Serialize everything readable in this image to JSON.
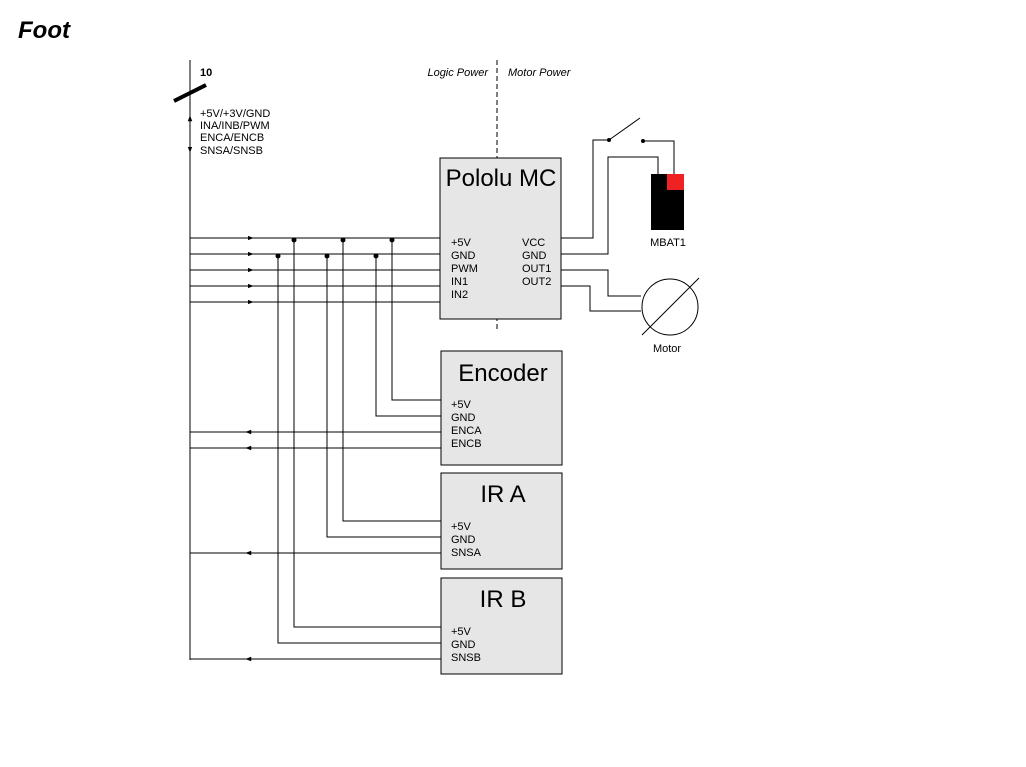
{
  "title": "Foot",
  "bus": {
    "count": "10",
    "signals": [
      "+5V/+3V/GND",
      "INA/INB/PWM",
      "ENCA/ENCB",
      "SNSA/SNSB"
    ]
  },
  "power_domains": {
    "logic": "Logic Power",
    "motor": "Motor Power"
  },
  "blocks": {
    "pololu": {
      "name": "Pololu MC",
      "left_pins": [
        "+5V",
        "GND",
        "PWM",
        "IN1",
        "IN2"
      ],
      "right_pins": [
        "VCC",
        "GND",
        "OUT1",
        "OUT2"
      ]
    },
    "encoder": {
      "name": "Encoder",
      "pins": [
        "+5V",
        "GND",
        "ENCA",
        "ENCB"
      ]
    },
    "ir_a": {
      "name": "IR A",
      "pins": [
        "+5V",
        "GND",
        "SNSA"
      ]
    },
    "ir_b": {
      "name": "IR B",
      "pins": [
        "+5V",
        "GND",
        "SNSB"
      ]
    }
  },
  "battery": {
    "label": "MBAT1",
    "body_color": "#000000",
    "terminal_color": "#ee2222"
  },
  "motor": {
    "label": "Motor"
  }
}
